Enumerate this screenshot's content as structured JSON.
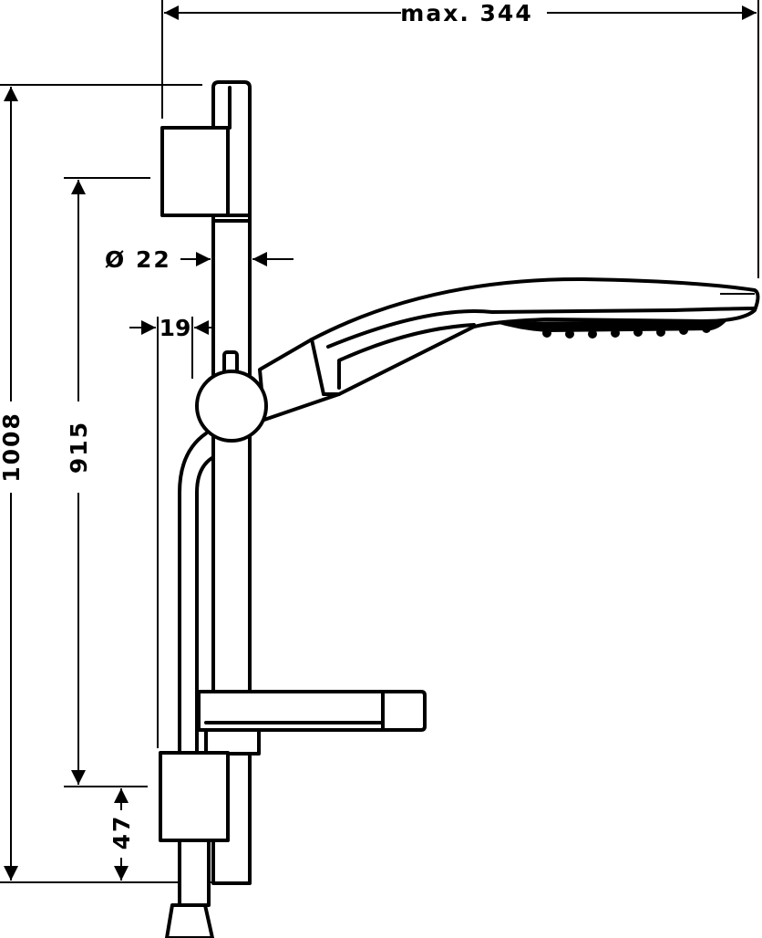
{
  "dimensions": {
    "max_width": "max. 344",
    "diameter": "Ø 22",
    "offset": "19",
    "total_height": "1008",
    "rail_spacing": "915",
    "bottom_offset": "47"
  },
  "colors": {
    "line": "#000000",
    "background": "#ffffff"
  }
}
